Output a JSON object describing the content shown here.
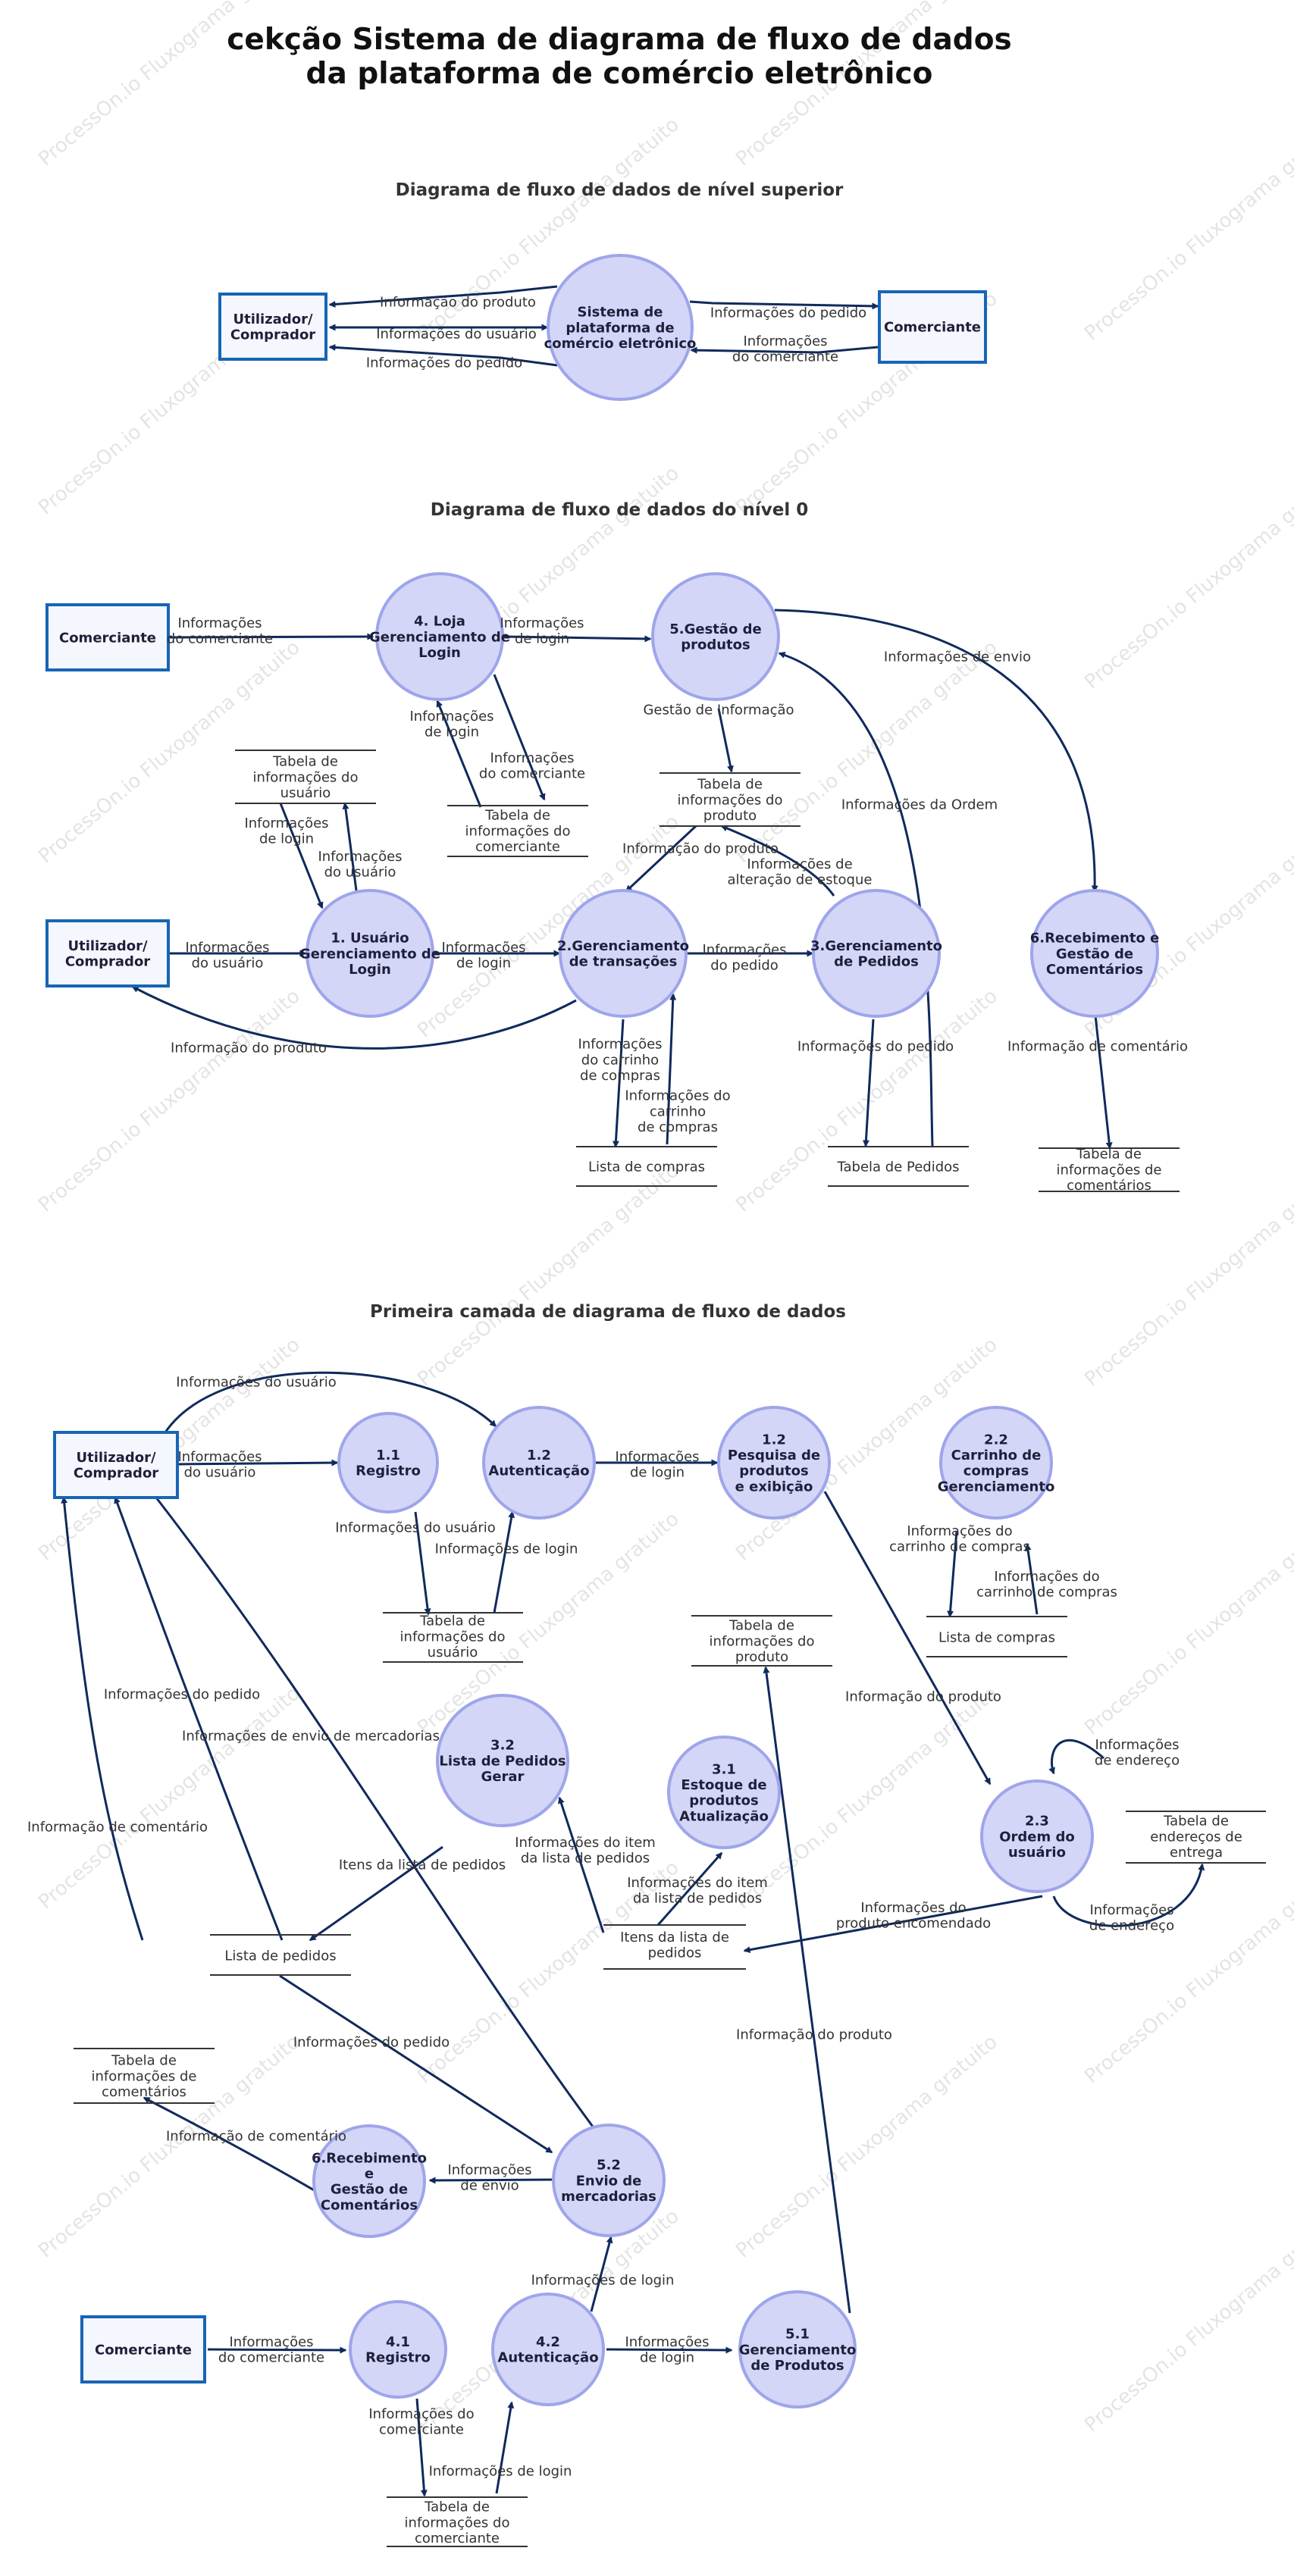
{
  "title": [
    "cekção Sistema de diagrama de fluxo de dados",
    "da plataforma de comércio eletrônico"
  ],
  "watermark": "ProcessOn.io Fluxograma gratuito",
  "sections": {
    "top": "Diagrama de fluxo de dados de nível superior",
    "level0": "Diagrama de fluxo de dados do nível 0",
    "level1": "Primeira camada de diagrama de fluxo de dados"
  },
  "colors": {
    "process_fill": "#d3d6f7",
    "process_stroke": "#9ea5ea",
    "entity_stroke": "#1765b5",
    "arrow": "#102a5c"
  },
  "top": {
    "entities": {
      "user": [
        "Utilizador/",
        "Comprador"
      ],
      "merchant": [
        "Comerciante"
      ]
    },
    "process": [
      "Sistema de",
      "plataforma de",
      "comércio eletrônico"
    ],
    "flows": {
      "product": [
        "Informação do produto"
      ],
      "user_info": [
        "Informações do usuário"
      ],
      "order": [
        "Informações do pedido"
      ],
      "order_right": [
        "Informações do pedido"
      ],
      "merchant_info": [
        "Informações",
        "do comerciante"
      ]
    }
  },
  "level0": {
    "entities": {
      "merchant": [
        "Comerciante"
      ],
      "user": [
        "Utilizador/",
        "Comprador"
      ]
    },
    "processes": {
      "p4": [
        "4. Loja",
        "Gerenciamento de",
        "Login"
      ],
      "p5": [
        "5.Gestão de",
        "produtos"
      ],
      "p1": [
        "1. Usuário",
        "Gerenciamento de",
        "Login"
      ],
      "p2": [
        "2.Gerenciamento",
        "de transações"
      ],
      "p3": [
        "3.Gerenciamento",
        "de Pedidos"
      ],
      "p6": [
        "6.Recebimento e",
        "Gestão de",
        "Comentários"
      ]
    },
    "stores": {
      "user_table": [
        "Tabela de",
        "informações do",
        "usuário"
      ],
      "merchant_table": [
        "Tabela de",
        "informações do",
        "comerciante"
      ],
      "product_table": [
        "Tabela de",
        "informações do",
        "produto"
      ],
      "shopping_list": [
        "Lista de compras"
      ],
      "order_table": [
        "Tabela de Pedidos"
      ],
      "comment_table": [
        "Tabela de",
        "informações de",
        "comentários"
      ]
    },
    "flows": {
      "merchant_info": [
        "Informações",
        "do comerciante"
      ],
      "login_p4_p5": [
        "Informações",
        "de login"
      ],
      "shipping": [
        "Informações de envio"
      ],
      "login_p4_store": [
        "Informações",
        "de login"
      ],
      "merchant_info_store": [
        "Informações",
        "do comerciante"
      ],
      "info_mgmt": [
        "Gestão de Informação"
      ],
      "order_info_p3_p5": [
        "Informações da Ordem"
      ],
      "login_store_p1": [
        "Informações",
        "de login"
      ],
      "user_info_p1_store": [
        "Informações",
        "do usuário"
      ],
      "product_info": [
        "Informação do produto"
      ],
      "stock_change": [
        "Informações de",
        "alteração de estoque"
      ],
      "user_info_entity": [
        "Informações",
        "do usuário"
      ],
      "login_p1_p2": [
        "Informações",
        "de login"
      ],
      "order_p2_p3": [
        "Informações",
        "do pedido"
      ],
      "product_to_user": [
        "Informação do produto"
      ],
      "cart_down": [
        "Informações",
        "do carrinho",
        "de compras"
      ],
      "cart_up": [
        "Informações do",
        "carrinho",
        "de compras"
      ],
      "order_p3_store": [
        "Informações do pedido"
      ],
      "comment_info": [
        "Informação de comentário"
      ]
    }
  },
  "level1": {
    "entities": {
      "user": [
        "Utilizador/",
        "Comprador"
      ],
      "merchant": [
        "Comerciante"
      ]
    },
    "processes": {
      "p11": [
        "1.1",
        "Registro"
      ],
      "p12": [
        "1.2",
        "Autenticação"
      ],
      "p12b": [
        "1.2",
        "Pesquisa de",
        "produtos",
        "e exibição"
      ],
      "p22": [
        "2.2",
        "Carrinho de",
        "compras",
        "Gerenciamento"
      ],
      "p32": [
        "3.2",
        "Lista de Pedidos",
        "Gerar"
      ],
      "p31": [
        "3.1",
        "Estoque de",
        "produtos",
        "Atualização"
      ],
      "p23": [
        "2.3",
        "Ordem do",
        "usuário"
      ],
      "p6": [
        "6.Recebimento",
        "e",
        "Gestão de",
        "Comentários"
      ],
      "p52": [
        "5.2",
        "Envio de",
        "mercadorias"
      ],
      "p41": [
        "4.1",
        "Registro"
      ],
      "p42": [
        "4.2",
        "Autenticação"
      ],
      "p51": [
        "5.1",
        "Gerenciamento",
        "de Produtos"
      ]
    },
    "stores": {
      "user_table": [
        "Tabela de",
        "informações do",
        "usuário"
      ],
      "product_table": [
        "Tabela de",
        "informações do",
        "produto"
      ],
      "shopping_list": [
        "Lista de compras"
      ],
      "address_table": [
        "Tabela de",
        "endereços de",
        "entrega"
      ],
      "order_list": [
        "Lista de pedidos"
      ],
      "order_items": [
        "Itens da lista de",
        "pedidos"
      ],
      "comment_table": [
        "Tabela de",
        "informações de",
        "comentários"
      ],
      "merchant_table": [
        "Tabela de",
        "informações do",
        "comerciante"
      ]
    },
    "flows": {
      "user_info_top": [
        "Informações do usuário"
      ],
      "user_info_reg": [
        "Informações",
        "do usuário"
      ],
      "login_auth_search": [
        "Informações",
        "de login"
      ],
      "user_info_store": [
        "Informações do usuário"
      ],
      "login_store": [
        "Informações de login"
      ],
      "cart_down": [
        "Informações do",
        "carrinho de compras"
      ],
      "cart_up": [
        "Informações do",
        "carrinho de compras"
      ],
      "product_info_23": [
        "Informação do produto"
      ],
      "order_info_user": [
        "Informações do pedido"
      ],
      "shipping_goods": [
        "Informações de envio de mercadorias"
      ],
      "comment_info_user": [
        "Informação de comentário"
      ],
      "address_in": [
        "Informações",
        "de endereço"
      ],
      "address_out": [
        "Informações",
        "de endereço"
      ],
      "list_items": [
        "Itens da lista de pedidos"
      ],
      "item_info_32": [
        "Informações do item",
        "da lista de pedidos"
      ],
      "item_info_31": [
        "Informações do item",
        "da lista de pedidos"
      ],
      "ordered_product": [
        "Informações do",
        "produto encomendado"
      ],
      "order_info_52": [
        "Informações do pedido"
      ],
      "product_info_51": [
        "Informação do produto"
      ],
      "comment_info_6": [
        "Informação de comentário"
      ],
      "shipping_info": [
        "Informações",
        "de envio"
      ],
      "login_42_52": [
        "Informações de login"
      ],
      "merchant_info": [
        "Informações",
        "do comerciante"
      ],
      "login_42_51": [
        "Informações",
        "de login"
      ],
      "merchant_info_store": [
        "Informações do",
        "comerciante"
      ],
      "login_store_42": [
        "Informações de login"
      ]
    }
  }
}
